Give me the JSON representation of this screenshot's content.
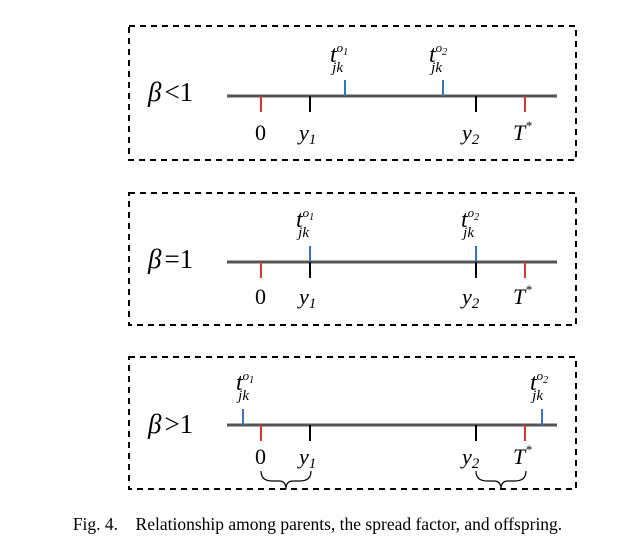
{
  "panels": [
    {
      "beta_symbol": "β",
      "beta_relation": "<1",
      "labels": {
        "zero": "0",
        "y1": "y",
        "y1_sub": "1",
        "y2": "y",
        "y2_sub": "2",
        "tstar": "T",
        "tstar_sup": "*"
      },
      "offspring": [
        {
          "t": "t",
          "sup": "o",
          "sup_sub": "1",
          "sub": "jk"
        },
        {
          "t": "t",
          "sup": "o",
          "sup_sub": "2",
          "sub": "jk"
        }
      ]
    },
    {
      "beta_symbol": "β",
      "beta_relation": "=1",
      "labels": {
        "zero": "0",
        "y1": "y",
        "y1_sub": "1",
        "y2": "y",
        "y2_sub": "2",
        "tstar": "T",
        "tstar_sup": "*"
      },
      "offspring": [
        {
          "t": "t",
          "sup": "o",
          "sup_sub": "1",
          "sub": "jk"
        },
        {
          "t": "t",
          "sup": "o",
          "sup_sub": "2",
          "sub": "jk"
        }
      ]
    },
    {
      "beta_symbol": "β",
      "beta_relation": ">1",
      "labels": {
        "zero": "0",
        "y1": "y",
        "y1_sub": "1",
        "y2": "y",
        "y2_sub": "2",
        "tstar": "T",
        "tstar_sup": "*"
      },
      "offspring": [
        {
          "t": "t",
          "sup": "o",
          "sup_sub": "1",
          "sub": "jk"
        },
        {
          "t": "t",
          "sup": "o",
          "sup_sub": "2",
          "sub": "jk"
        }
      ]
    }
  ],
  "caption": {
    "label": "Fig. 4.",
    "text": "Relationship among parents, the spread factor, and offspring."
  },
  "colors": {
    "axis": "#555555",
    "red_tick": "#e03030",
    "blue_tick": "#3a73b6",
    "black_tick": "#000000",
    "border": "#000000"
  }
}
